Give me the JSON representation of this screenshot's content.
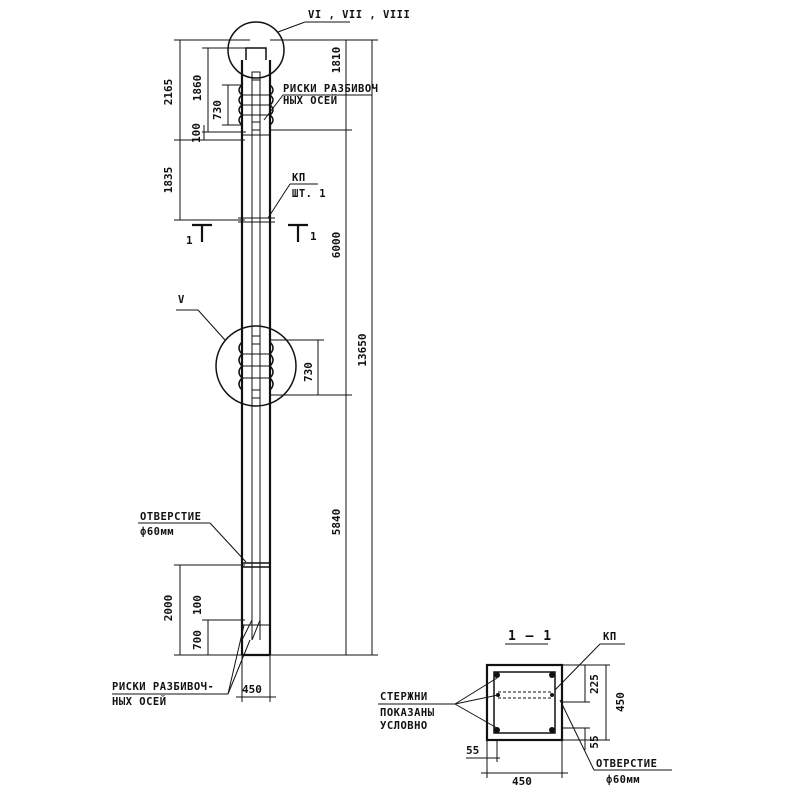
{
  "main_view": {
    "callout_top": "VI , VII , VIII",
    "callout_mid": "V",
    "section_mark": "1",
    "dims_left": {
      "d2165": "2165",
      "d1860": "1860",
      "d730_top": "730",
      "d100_top": "100",
      "d1835": "1835",
      "d2000": "2000",
      "d100_bot": "100",
      "d700": "700"
    },
    "dims_right": {
      "d1810": "1810",
      "d6000": "6000",
      "d730_mid": "730",
      "d13650": "13650",
      "d5840": "5840"
    },
    "dim_bottom_450": "450",
    "labels": {
      "risks_top_1": "РИСКИ РАЗБИВОЧ",
      "risks_top_2": "НЫХ ОСЕЙ",
      "kp": "КП",
      "kp_qty": "ШТ. 1",
      "hole_1": "ОТВЕРСТИЕ",
      "hole_2": "ф60мм",
      "risks_bot_1": "РИСКИ РАЗБИВОЧ-",
      "risks_bot_2": "НЫХ ОСЕЙ"
    }
  },
  "section_view": {
    "title": "1 — 1",
    "kp": "КП",
    "bars_1": "СТЕРЖНИ",
    "bars_2": "ПОКАЗАНЫ",
    "bars_3": "УСЛОВНО",
    "d225": "225",
    "d450_right": "450",
    "d55_right": "55",
    "d55_left": "55",
    "d450_bottom": "450",
    "hole_1": "ОТВЕРСТИЕ",
    "hole_2": "ф60мм"
  }
}
